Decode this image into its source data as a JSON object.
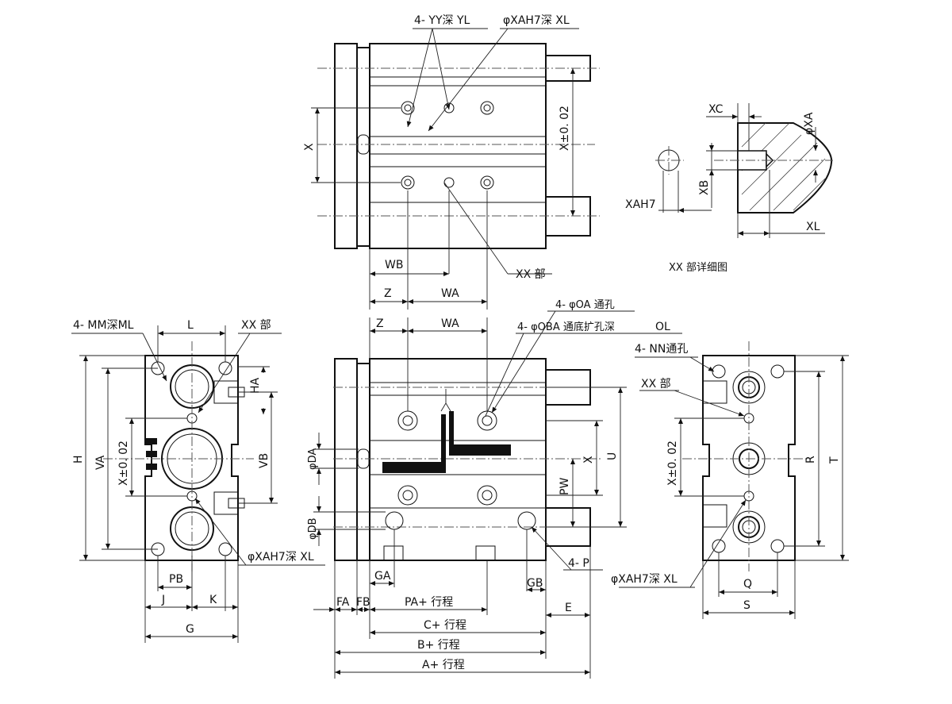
{
  "top_view": {
    "callouts": {
      "tapped_holes": "4- YY深 YL",
      "pin_hole": "φXAH7深 XL",
      "detail_ref": "XX 部"
    },
    "dims": {
      "x_tol": "X±0. 02",
      "x": "X",
      "wb": "WB",
      "z": "Z",
      "wa": "WA"
    }
  },
  "detail_view": {
    "title": "XX 部详细图",
    "labels": {
      "xc": "XC",
      "xa": "φXA",
      "xb": "XB",
      "xah7": "XAH7",
      "xl": "XL"
    }
  },
  "left_view": {
    "callouts": {
      "mm": "4- MM深ML",
      "xx": "XX 部",
      "pin_hole": "φXAH7深 XL"
    },
    "dims": {
      "l": "L",
      "ha": "HA",
      "h": "H",
      "va": "VA",
      "x_tol": "X±0. 02",
      "vb": "VB",
      "pb": "PB",
      "j": "J",
      "k": "K",
      "g": "G"
    }
  },
  "front_view": {
    "callouts": {
      "oa": "4- φOA 通孔",
      "oba": "4- φOBA 通底扩孔深",
      "ol": "OL",
      "p": "4- P"
    },
    "dims": {
      "z": "Z",
      "wa": "WA",
      "da": "φDA",
      "db": "φDB",
      "pw": "PW",
      "x": "X",
      "u": "U",
      "ga": "GA",
      "gb": "GB",
      "fa": "FA",
      "fb": "FB",
      "pa": "PA+ 行程",
      "c": "C+ 行程",
      "b": "B+ 行程",
      "a": "A+ 行程",
      "e": "E"
    }
  },
  "right_view": {
    "callouts": {
      "nn": "4- NN通孔",
      "xx": "XX 部",
      "pin_hole": "φXAH7深 XL"
    },
    "dims": {
      "x_tol": "X±0. 02",
      "r": "R",
      "t": "T",
      "q": "Q",
      "s": "S"
    }
  }
}
